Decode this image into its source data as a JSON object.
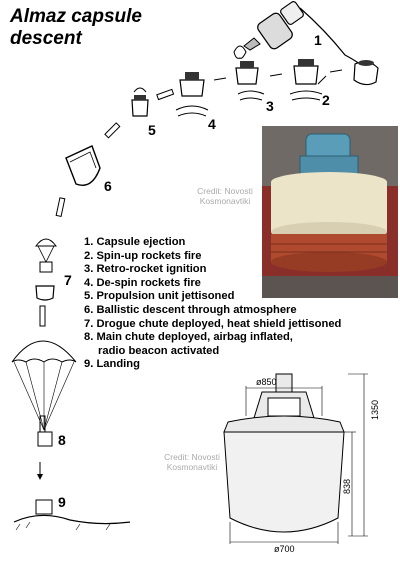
{
  "title_line1": "Almaz capsule",
  "title_line2": "descent",
  "stage_numbers": [
    "1",
    "2",
    "3",
    "4",
    "5",
    "6",
    "7",
    "8",
    "9"
  ],
  "legend": [
    {
      "num": "1.",
      "text": "Capsule ejection"
    },
    {
      "num": "2.",
      "text": "Spin-up rockets fire"
    },
    {
      "num": "3.",
      "text": "Retro-rocket ignition"
    },
    {
      "num": "4.",
      "text": "De-spin rockets fire"
    },
    {
      "num": "5.",
      "text": "Propulsion unit jettisoned"
    },
    {
      "num": "6.",
      "text": "Ballistic descent through atmosphere"
    },
    {
      "num": "7.",
      "text": "Drogue chute deployed, heat shield jettisoned"
    },
    {
      "num": "8.",
      "text": "Main chute deployed, airbag inflated,"
    },
    {
      "num": "",
      "text": "radio beacon activated"
    },
    {
      "num": "9.",
      "text": "Landing"
    }
  ],
  "credit_photo": {
    "line1": "Credit: Novosti",
    "line2": "Kosmonavtiki"
  },
  "credit_drawing": {
    "line1": "Credit: Novosti",
    "line2": "Kosmonavtiki"
  },
  "dimensions": {
    "top_diameter": "ø850",
    "bottom_diameter": "ø700",
    "total_height": "1350",
    "body_height": "838"
  },
  "colors": {
    "ink": "#000000",
    "photo_bg": "#8a2e2a",
    "capsule_top": "#5a9db8",
    "capsule_body": "#ece4c8",
    "heat_shield": "#b04a2e",
    "credit": "#aaaaaa"
  }
}
